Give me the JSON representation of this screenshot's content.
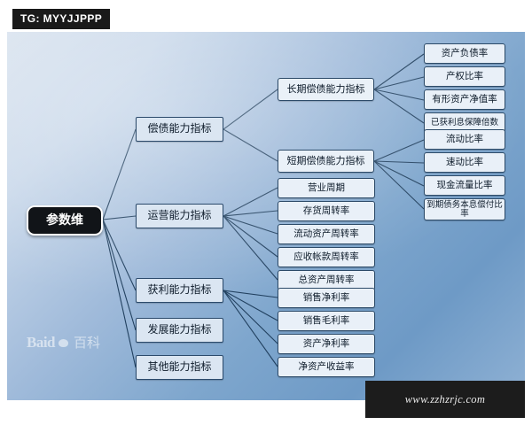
{
  "tag": {
    "label": "TG: MYYJJPPP"
  },
  "footer": {
    "url": "www.zzhzrjc.com"
  },
  "watermark": {
    "latin": "Baid",
    "cn": "百科"
  },
  "diagram": {
    "root": {
      "label": "参数维"
    },
    "branches": [
      {
        "label": "偿债能力指标",
        "children": [
          {
            "label": "长期偿债能力指标",
            "children": [
              {
                "label": "资产负债率"
              },
              {
                "label": "产权比率"
              },
              {
                "label": "有形资产净值率"
              },
              {
                "label": "已获利息保障倍数"
              }
            ]
          },
          {
            "label": "短期偿债能力指标",
            "children": [
              {
                "label": "流动比率"
              },
              {
                "label": "速动比率"
              },
              {
                "label": "现金流量比率"
              },
              {
                "label": "到期债务本息偿付比率"
              }
            ]
          }
        ]
      },
      {
        "label": "运营能力指标",
        "children": [
          {
            "label": "营业周期"
          },
          {
            "label": "存货周转率"
          },
          {
            "label": "流动资产周转率"
          },
          {
            "label": "应收帐款周转率"
          },
          {
            "label": "总资产周转率"
          }
        ]
      },
      {
        "label": "获利能力指标",
        "children": [
          {
            "label": "销售净利率"
          },
          {
            "label": "销售毛利率"
          },
          {
            "label": "资产净利率"
          },
          {
            "label": "净资产收益率"
          }
        ]
      },
      {
        "label": "发展能力指标",
        "children": []
      },
      {
        "label": "其他能力指标",
        "children": []
      }
    ]
  },
  "colors": {
    "node_fill": "#e7eef7",
    "node_border": "#2c4a68",
    "root_fill": "#111418",
    "link": "#21405f",
    "tag_bg": "#1a1a1a",
    "plate_bg": "#1c1c1c"
  }
}
